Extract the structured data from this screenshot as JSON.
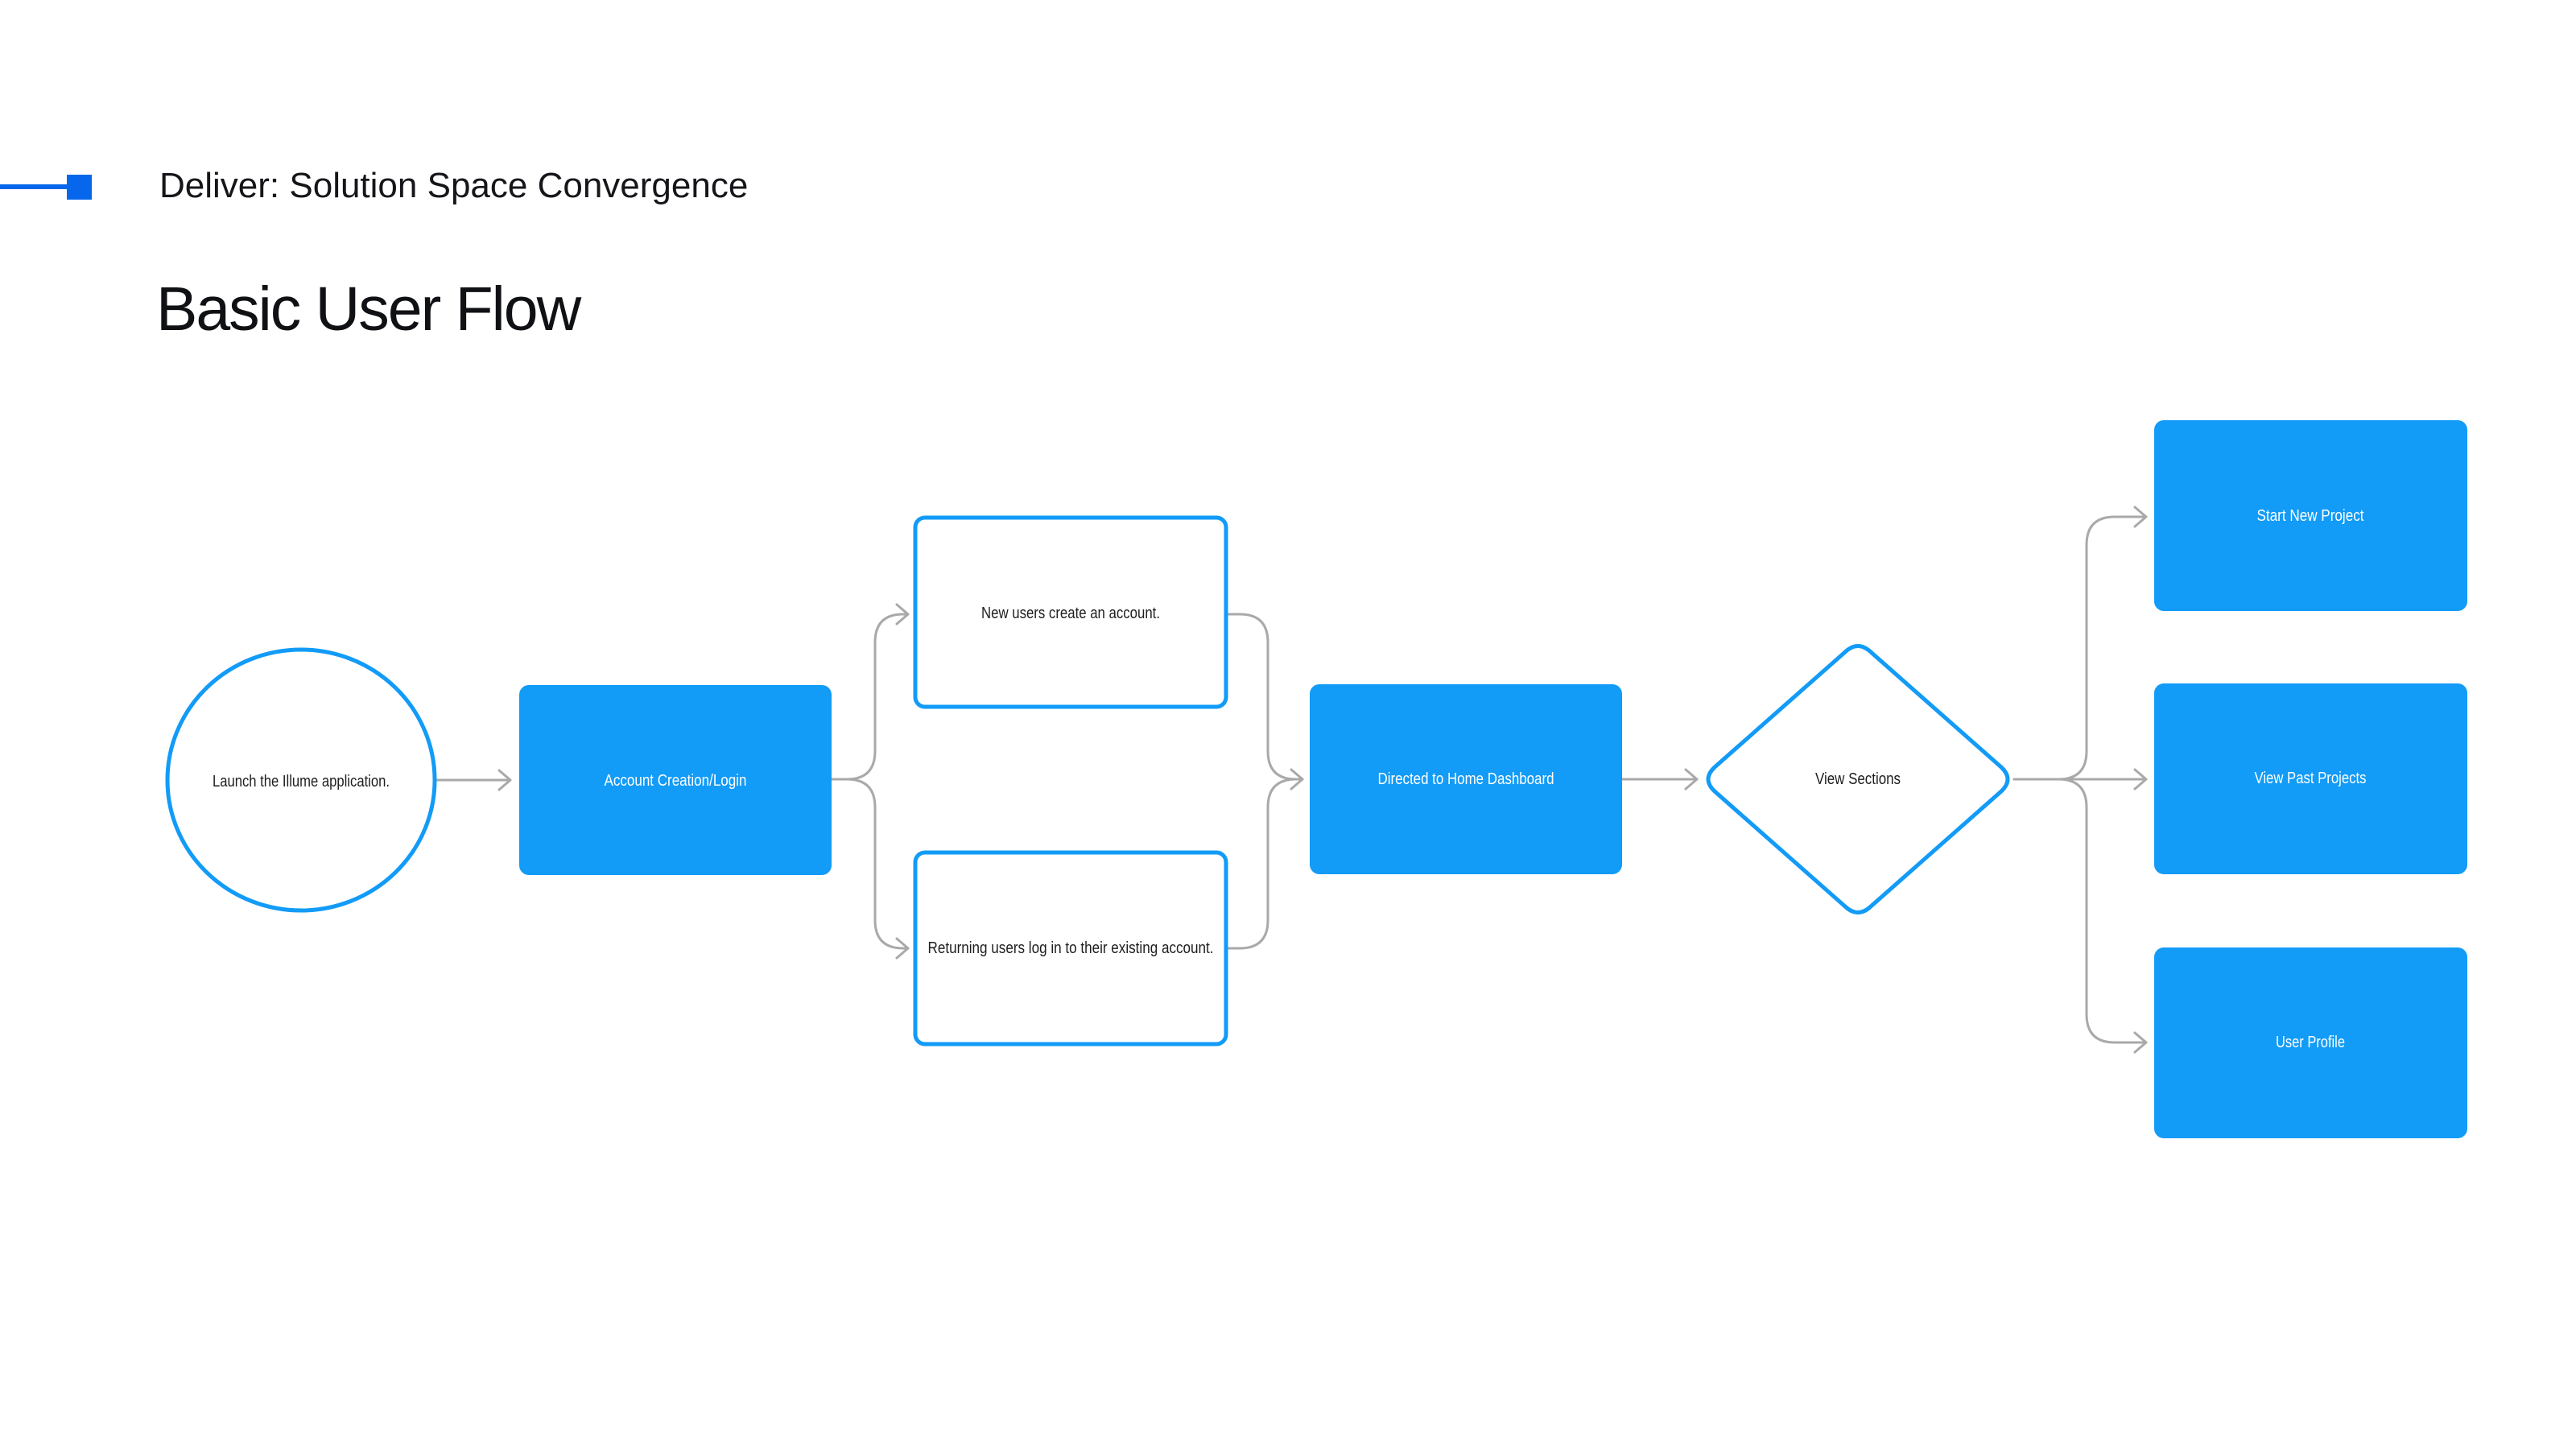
{
  "header": {
    "eyebrow": "Deliver: Solution Space Convergence",
    "title": "Basic User Flow",
    "accent_color": "#0667EC"
  },
  "flowchart": {
    "type": "user-flow-diagram",
    "colors": {
      "node_blue": "#129BF7",
      "connector_gray": "#A9A9A9",
      "label_dark": "#1E1E1E",
      "label_light": "#FFFFFF",
      "background": "#FFFFFF"
    },
    "nodes": [
      {
        "id": "launch",
        "shape": "circle",
        "label": "Launch the Illume application."
      },
      {
        "id": "account-creation",
        "shape": "rect-filled",
        "label": "Account Creation/Login"
      },
      {
        "id": "new-users",
        "shape": "rect-outlined",
        "label": "New users create an account."
      },
      {
        "id": "returning-users",
        "shape": "rect-outlined",
        "label": "Returning users log in to their existing account."
      },
      {
        "id": "home-dashboard",
        "shape": "rect-filled",
        "label": "Directed to Home Dashboard"
      },
      {
        "id": "view-sections",
        "shape": "diamond",
        "label": "View Sections"
      },
      {
        "id": "start-new-project",
        "shape": "rect-filled",
        "label": "Start New Project"
      },
      {
        "id": "view-past-projects",
        "shape": "rect-filled",
        "label": "View Past Projects"
      },
      {
        "id": "user-profile",
        "shape": "rect-filled",
        "label": "User Profile"
      }
    ]
  }
}
